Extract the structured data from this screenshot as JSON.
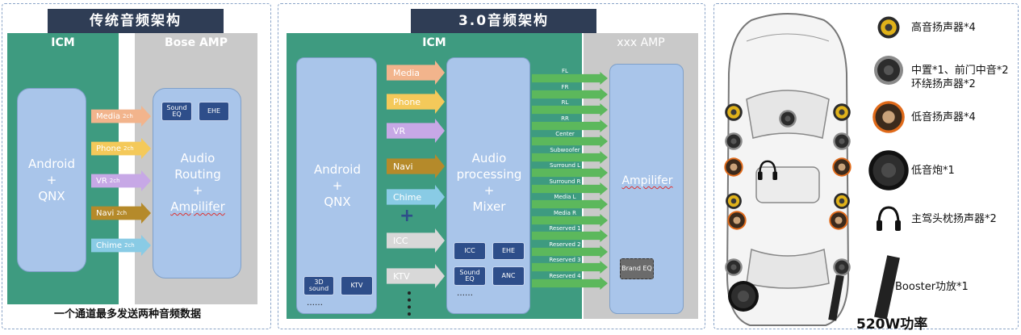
{
  "left_panel": {
    "title": "传统音频架构",
    "icm_label": "ICM",
    "amp_label": "Bose AMP",
    "source_box": [
      "Android",
      "+",
      "QNX"
    ],
    "amp_box": [
      "Audio",
      "Routing",
      "+",
      "Ampilifer"
    ],
    "amp_chips": [
      "Sound EQ",
      "EHE"
    ],
    "channels": [
      {
        "name": "Media",
        "suffix": "2ch",
        "color": "#f2b48c"
      },
      {
        "name": "Phone",
        "suffix": "2ch",
        "color": "#f4c95a"
      },
      {
        "name": "VR",
        "suffix": "2ch",
        "color": "#c7a8e6"
      },
      {
        "name": "Navi",
        "suffix": "2ch",
        "color": "#b58a2a"
      },
      {
        "name": "Chime",
        "suffix": "2ch",
        "color": "#89cbe5"
      }
    ],
    "footer": "一个通道最多发送两种音频数据"
  },
  "mid_panel": {
    "title": "3.0音频架构",
    "icm_label": "ICM",
    "amp_label": "xxx AMP",
    "source_box": [
      "Android",
      "+",
      "QNX"
    ],
    "source_chips": [
      "3D sound",
      "KTV"
    ],
    "source_more": "……",
    "inputs": [
      {
        "name": "Media",
        "color": "#f2b48c"
      },
      {
        "name": "Phone",
        "color": "#f4c95a"
      },
      {
        "name": "VR",
        "color": "#c7a8e6"
      },
      {
        "name": "Navi",
        "color": "#b58a2a"
      },
      {
        "name": "Chime",
        "color": "#89cbe5"
      },
      {
        "name": "ICC",
        "color": "#d8d8d8"
      },
      {
        "name": "KTV",
        "color": "#d8d8d8"
      }
    ],
    "plus_sign": "+",
    "mixer_box": [
      "Audio",
      "processing",
      "+",
      "Mixer"
    ],
    "mixer_chips": [
      "ICC",
      "EHE",
      "Sound EQ",
      "ANC"
    ],
    "mixer_more": "……",
    "outputs": [
      "FL",
      "FR",
      "RL",
      "RR",
      "Center",
      "Subwoofer",
      "Surround L",
      "Surround R",
      "Media L",
      "Media R",
      "Reserved 1",
      "Reserved 2",
      "Reserved 3",
      "Reserved 4"
    ],
    "amp_box": "Ampilifer",
    "amp_chip": "Brand EQ"
  },
  "right_panel": {
    "legend": [
      {
        "icon": "tweeter",
        "text": "高音扬声器*4"
      },
      {
        "icon": "midrange",
        "text": "中置*1、前门中音*2\n环绕扬声器*2"
      },
      {
        "icon": "woofer",
        "text": "低音扬声器*4"
      },
      {
        "icon": "subwoofer",
        "text": "低音炮*1"
      },
      {
        "icon": "headphones",
        "text": "主驾头枕扬声器*2"
      },
      {
        "icon": "booster",
        "text": "Booster功放*1"
      }
    ],
    "power": "520W功率"
  }
}
